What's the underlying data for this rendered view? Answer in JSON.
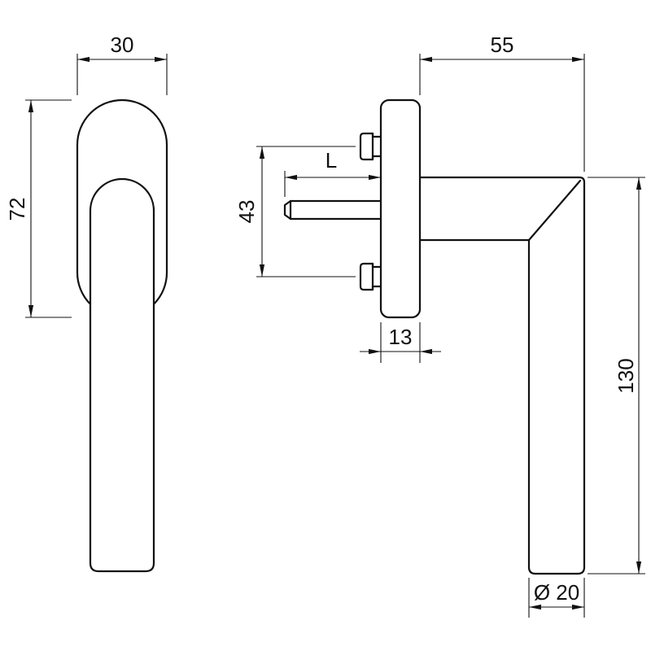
{
  "drawing": {
    "kind": "dimensioned technical drawing",
    "subject": "window handle, front view and side view"
  },
  "labels": {
    "rosette_width": "30",
    "rosette_height": "72",
    "handle_projection": "55",
    "spindle_length": "L",
    "screw_spacing": "43",
    "rosette_depth": "13",
    "grip_length": "130",
    "grip_diameter": "Ø 20"
  },
  "colors": {
    "line": "#111111",
    "background": "#ffffff"
  }
}
